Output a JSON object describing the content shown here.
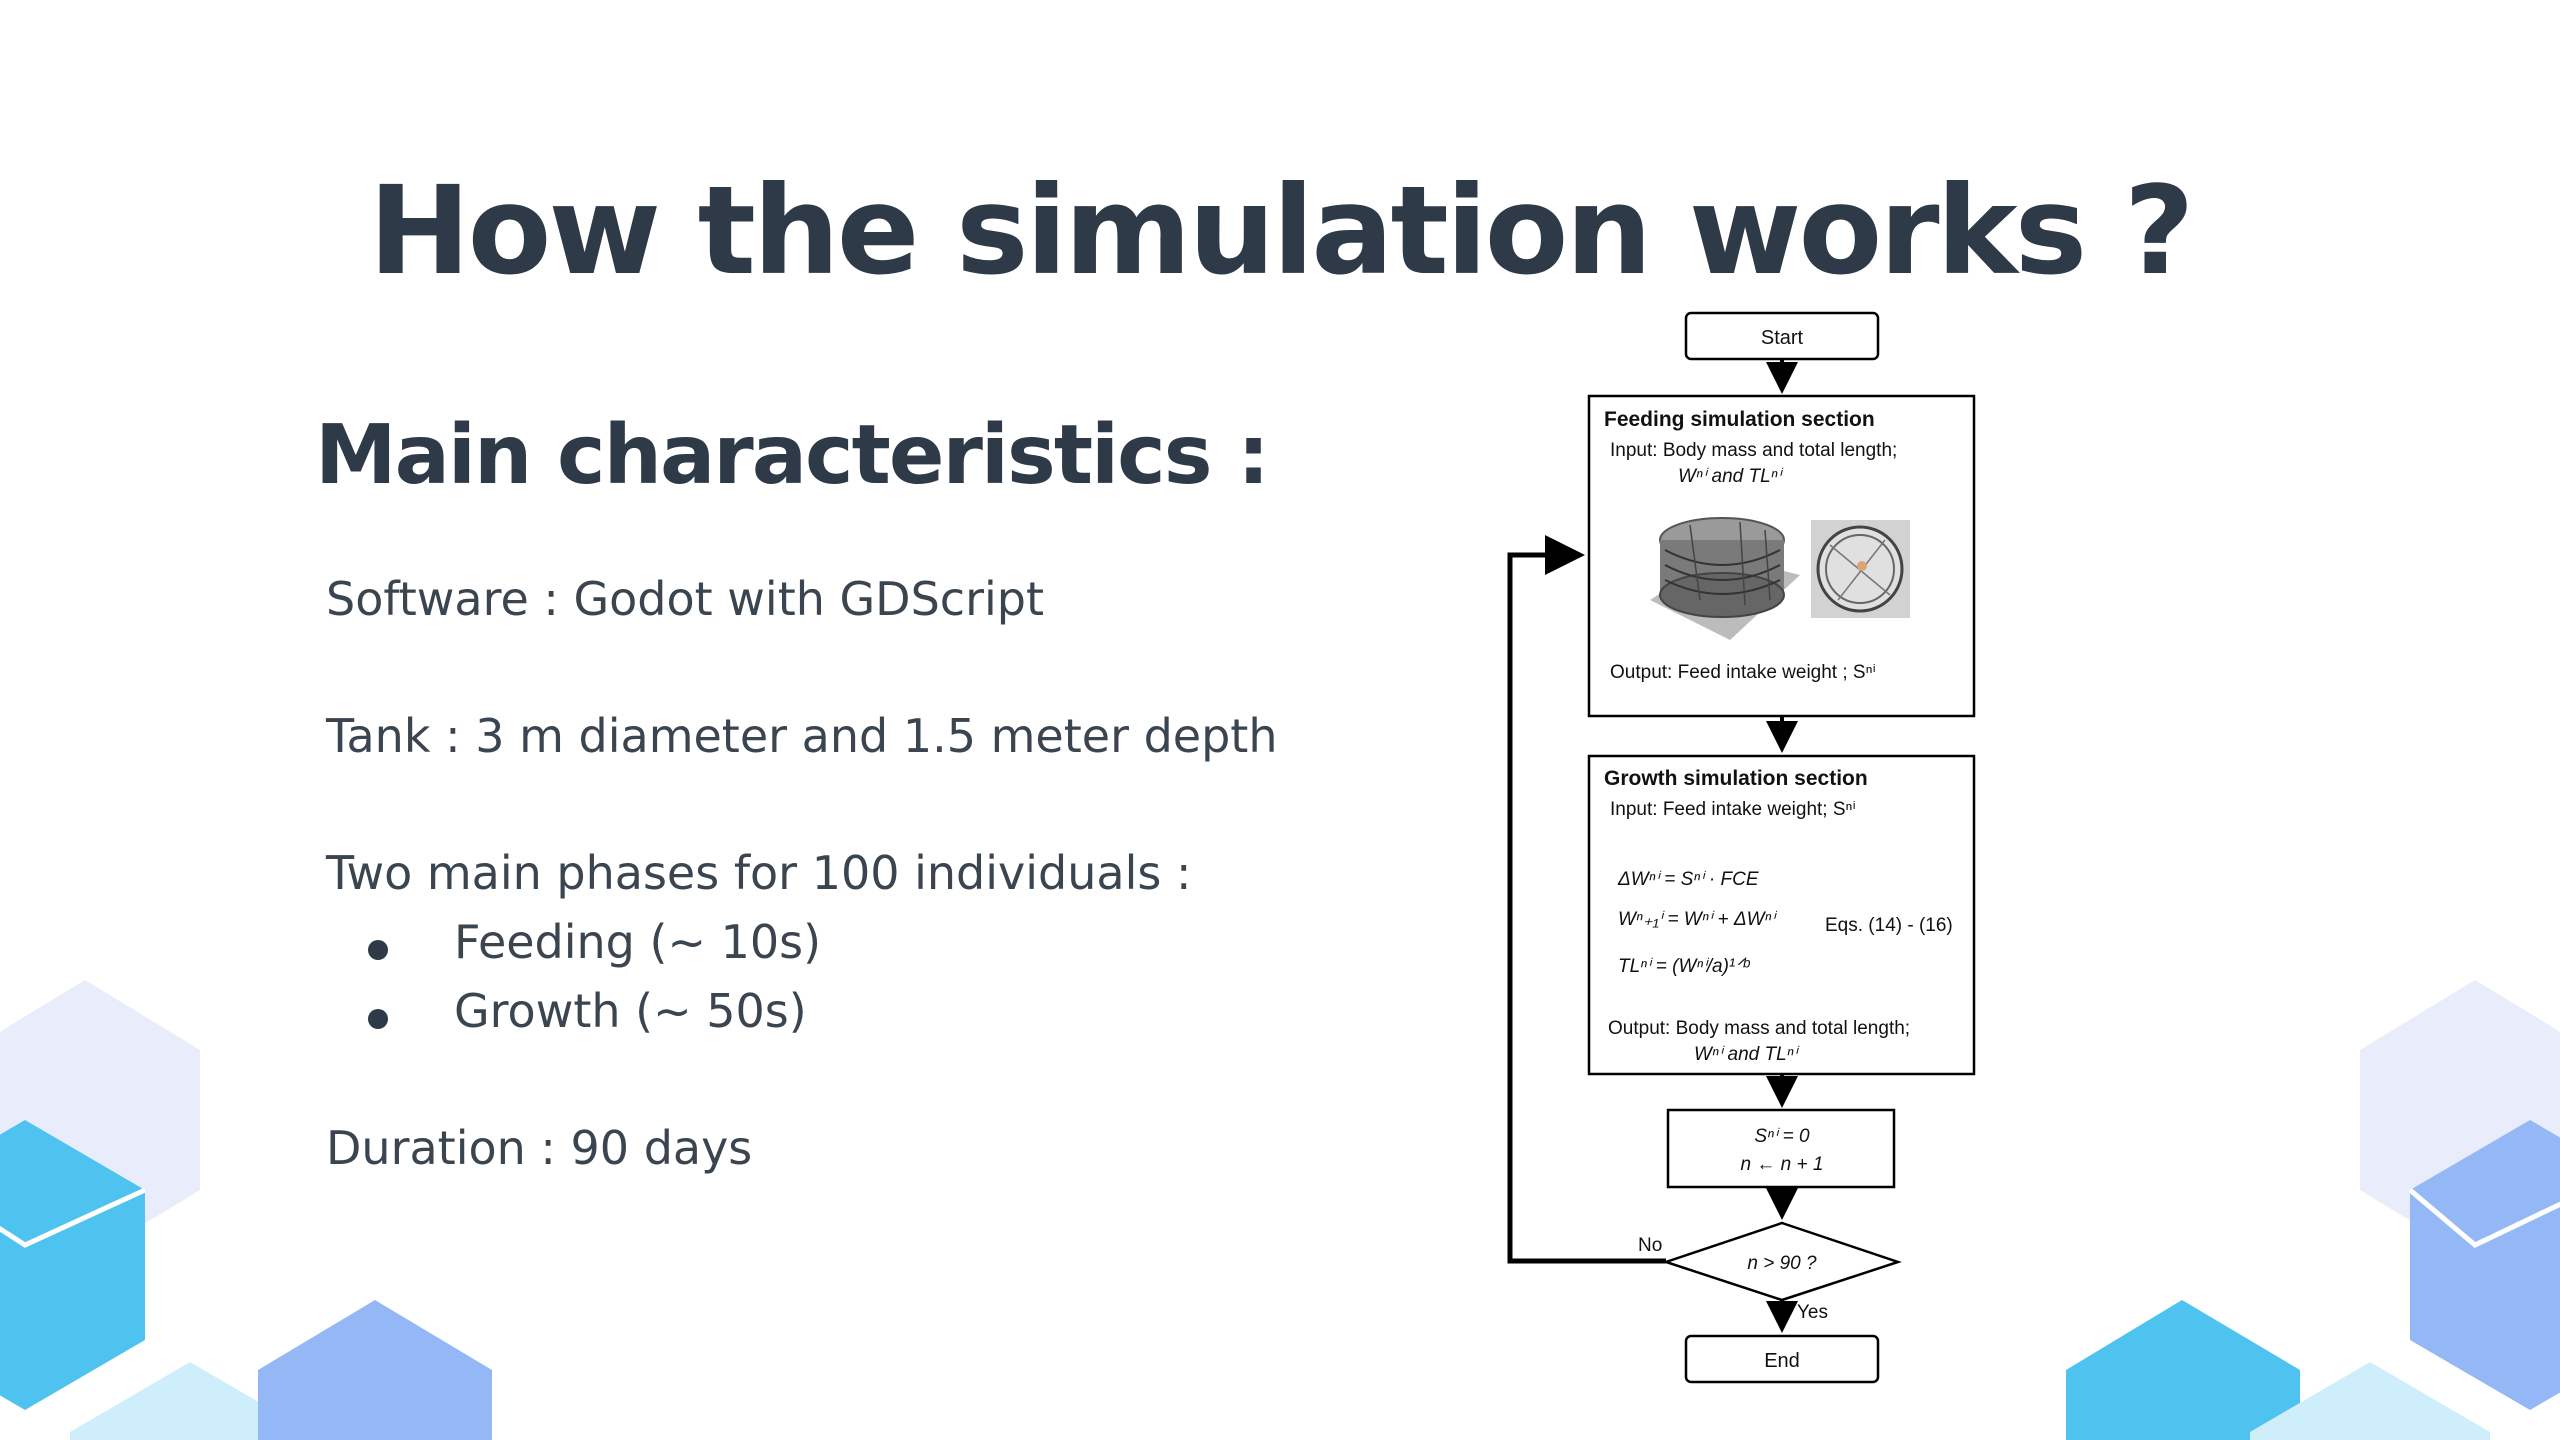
{
  "slide": {
    "title": "How the simulation works ?",
    "subtitle": "Main characteristics :",
    "lines": {
      "software": "Software : Godot with GDScript",
      "tank": "Tank : 3 m diameter and 1.5 meter depth",
      "phases": "Two main phases for 100 individuals :",
      "duration": "Duration : 90 days"
    },
    "bullets": [
      "Feeding (~ 10s)",
      "Growth  (~ 50s)"
    ]
  },
  "flowchart": {
    "start": "Start",
    "feeding": {
      "header": "Feeding simulation section",
      "input_line1": "Input: Body mass and total length;",
      "input_line2": "Wⁿⁱ and TLⁿⁱ",
      "output": "Output: Feed intake weight ; Sⁿⁱ"
    },
    "growth": {
      "header": "Growth simulation section",
      "input": "Input: Feed intake weight; Sⁿⁱ",
      "eq1": "ΔWⁿⁱ = Sⁿⁱ · FCE",
      "eq2": "Wⁿ₊₁ⁱ = Wⁿⁱ + ΔWⁿⁱ",
      "eq3": "TLⁿⁱ = (Wⁿⁱ/a)¹ᐟᵇ",
      "eq_ref": "Eqs. (14) - (16)",
      "output_line1": "Output: Body mass and total length;",
      "output_line2": "Wⁿⁱ and TLⁿⁱ"
    },
    "update": {
      "line1": "Sⁿⁱ = 0",
      "line2": "n ← n + 1"
    },
    "decision": "n > 90 ?",
    "no_label": "No",
    "yes_label": "Yes",
    "end": "End"
  },
  "colors": {
    "text_dark": "#2e3a47",
    "hex_light_lavender": "#e8ecfb",
    "hex_cyan": "#4fc3f0",
    "hex_blue": "#93b8f5",
    "hex_light_cyan": "#cfeefb"
  }
}
